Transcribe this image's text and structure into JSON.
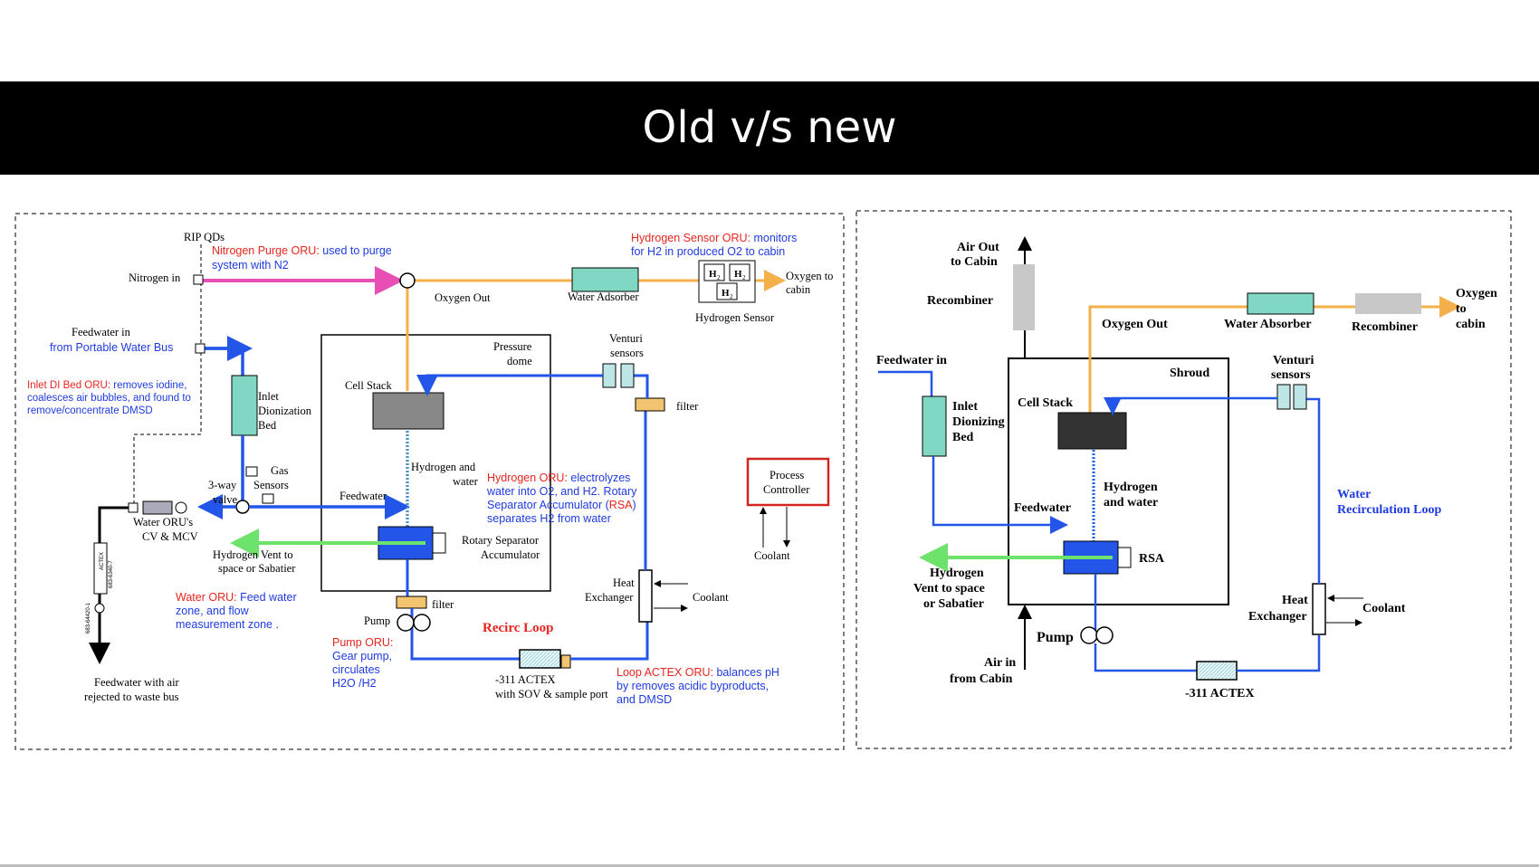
{
  "slide_title": "Old v/s new",
  "colors": {
    "title_bg": "#000000",
    "blue_line": "#2356e8",
    "orange_line": "#f4b04b",
    "pink_line": "#e84fb5",
    "green_line": "#6de36b",
    "red_label": "#e8261f",
    "blue_label": "#1f3be0",
    "teal_fill": "#80d7c4",
    "tan_fill": "#f2c470"
  },
  "old_diagram": {
    "rip_qds": "RIP QDs",
    "nitrogen_purge_label": "Nitrogen Purge ORU:",
    "nitrogen_purge_desc_1": " used to purge",
    "nitrogen_purge_desc_2": "system with N2",
    "nitrogen_in": "Nitrogen in",
    "oxygen_out": "Oxygen Out",
    "water_adsorber": "Water Adsorber",
    "hydrogen_sensor_oru_label": "Hydrogen Sensor ORU:",
    "hydrogen_sensor_oru_desc_1": " monitors",
    "hydrogen_sensor_oru_desc_2": "for H2 in produced O2 to cabin",
    "oxygen_to_cabin_1": "Oxygen to",
    "oxygen_to_cabin_2": "cabin",
    "hydrogen_sensor": "Hydrogen Sensor",
    "h2_symbol": "H",
    "h2_sub": "2",
    "feedwater_in": "Feedwater in",
    "from_portable_water_bus": "from Portable Water Bus",
    "inlet_di_bed_label": "Inlet DI Bed ORU:",
    "inlet_di_bed_desc_1": " removes iodine,",
    "inlet_di_bed_desc_2": "coalesces air bubbles, and found to",
    "inlet_di_bed_desc_3": "remove/concentrate DMSD",
    "inlet_1": "Inlet",
    "inlet_2": "Dionization",
    "inlet_3": "Bed",
    "pressure_dome_1": "Pressure",
    "pressure_dome_2": "dome",
    "cell_stack": "Cell Stack",
    "venturi_1": "Venturi",
    "venturi_2": "sensors",
    "filter_top": "filter",
    "gas_sensors_1": "Gas",
    "gas_sensors_2": "Sensors",
    "three_way_1": "3-way",
    "three_way_2": "valve",
    "hydrogen_and_water_1": "Hydrogen and",
    "hydrogen_and_water_2": "water",
    "hydrogen_oru_label": "Hydrogen ORU:",
    "hydrogen_oru_desc_1": " electrolyzes",
    "hydrogen_oru_desc_2": "water into O2, and H2.  Rotary",
    "hydrogen_oru_desc_3a": "Separator Accumulator (",
    "hydrogen_oru_rsa": "RSA",
    "hydrogen_oru_desc_3b": ")",
    "hydrogen_oru_desc_4": "separates H2 from water",
    "process_controller_1": "Process",
    "process_controller_2": "Controller",
    "feedwater": "Feedwater",
    "water_oru_cv_1": "Water ORU's",
    "water_oru_cv_2": "CV & MCV",
    "rotary_sep_1": "Rotary Separator",
    "rotary_sep_2": "Accumulator",
    "coolant_pc": "Coolant",
    "hydrogen_vent_1": "Hydrogen Vent to",
    "hydrogen_vent_2": "space or Sabatier",
    "water_oru_label": "Water ORU:",
    "water_oru_desc_1": " Feed water",
    "water_oru_desc_2": "zone, and flow",
    "water_oru_desc_3": "measurement zone .",
    "heat_exchanger_1": "Heat",
    "heat_exchanger_2": "Exchanger",
    "coolant_hx": "Coolant",
    "filter_bottom": "filter",
    "pump": "Pump",
    "recirc_loop": "Recirc Loop",
    "pump_oru_label": "Pump ORU:",
    "pump_oru_desc_1": "Gear pump,",
    "pump_oru_desc_2": "circulates",
    "pump_oru_desc_3": "H2O /H2",
    "actex_1": "-311 ACTEX",
    "actex_2": "with SOV & sample port",
    "loop_actex_label": "Loop ACTEX ORU:",
    "loop_actex_desc_1": "  balances pH",
    "loop_actex_desc_2": "by removes acidic byproducts,",
    "loop_actex_desc_3": "and DMSD",
    "waste_1": "Feedwater with air",
    "waste_2": "rejected to waste bus",
    "actex_vertical": "ACTEX",
    "part_no_1": "683-64420-1",
    "part_no_2": "683-6340-7"
  },
  "new_diagram": {
    "air_out_1": "Air Out",
    "air_out_2": "to Cabin",
    "recombiner_left": "Recombiner",
    "oxygen_out": "Oxygen Out",
    "water_absorber": "Water Absorber",
    "recombiner_right": "Recombiner",
    "oxygen_1": "Oxygen",
    "oxygen_2": "to",
    "oxygen_3": "cabin",
    "feedwater_in": "Feedwater in",
    "shroud": "Shroud",
    "venturi_1": "Venturi",
    "venturi_2": "sensors",
    "inlet_1": "Inlet",
    "inlet_2": "Dionizing",
    "inlet_3": "Bed",
    "cell_stack": "Cell Stack",
    "hydrogen_and_water_1": "Hydrogen",
    "hydrogen_and_water_2": "and water",
    "feedwater": "Feedwater",
    "water_recirc_1": "Water",
    "water_recirc_2": "Recirculation Loop",
    "rsa": "RSA",
    "hydrogen_vent_1": "Hydrogen",
    "hydrogen_vent_2": "Vent to space",
    "hydrogen_vent_3": "or Sabatier",
    "heat_exchanger_1": "Heat",
    "heat_exchanger_2": "Exchanger",
    "coolant": "Coolant",
    "pump": "Pump",
    "air_in_1": "Air in",
    "air_in_2": "from Cabin",
    "actex": "-311 ACTEX"
  }
}
